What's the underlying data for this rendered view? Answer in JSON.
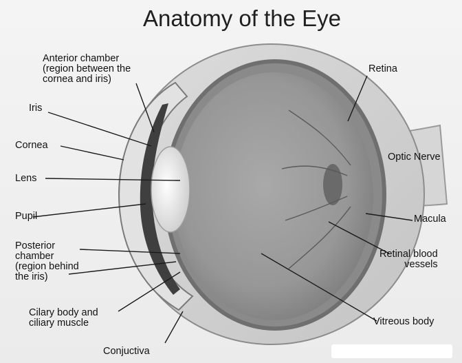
{
  "title": "Anatomy of the Eye",
  "labels": {
    "anterior_chamber": "Anterior chamber\n(region between the\ncornea and iris)",
    "iris": "Iris",
    "cornea": "Cornea",
    "lens": "Lens",
    "pupil": "Pupil",
    "posterior_chamber": "Posterior\nchamber\n(region behind\nthe iris)",
    "ciliary_body": "Cilary body and\nciliary muscle",
    "conjuctiva": "Conjuctiva",
    "retina": "Retina",
    "optic_nerve": "Optic Nerve",
    "macula": "Macula",
    "retinal_blood_vessels": "Retinal blood\nvessels",
    "vitreous_body": "Vitreous body"
  }
}
